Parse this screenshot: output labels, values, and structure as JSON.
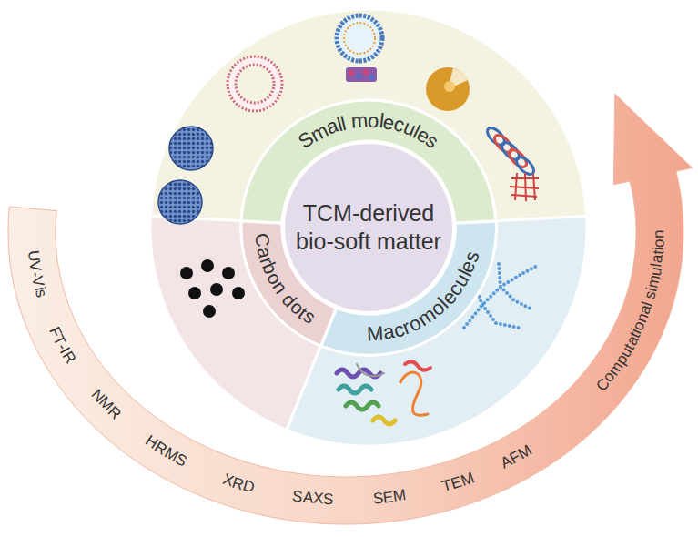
{
  "diagram": {
    "nodes": [
      {
        "text": [
          "TCM-derived bio-soft matter"
        ]
      },
      {
        "text": [
          "Small molecules"
        ]
      },
      {
        "text": [
          "Carbon dots"
        ]
      },
      {
        "text": [
          "Macromolecules"
        ]
      }
    ],
    "labels": [
      "UV-Vis",
      "FT-IR",
      "NMR",
      "HRMS",
      "XRD",
      "SAXS",
      "SEM",
      "TEM",
      "AFM",
      "Computational simulation"
    ]
  }
}
